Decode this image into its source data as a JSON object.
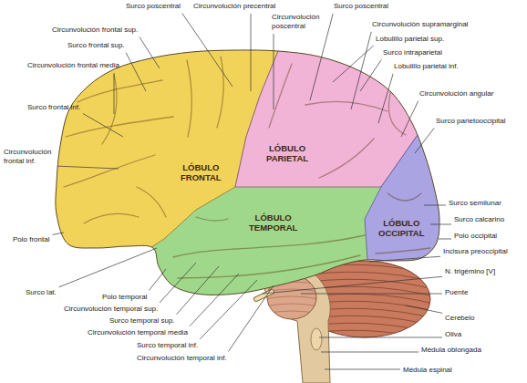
{
  "diagram": {
    "labels": [
      "Surco poscentral",
      "Circunvolución precentral",
      "Circunvolución poscentral",
      "Surco poscentral",
      "Circunvolución supramarginal",
      "Lobulillo parietal sup.",
      "Surco intraparietal",
      "Lobulillo parietal inf.",
      "Circunvolución angular",
      "Surco parietooccipital",
      "Circunvolución frontal sup.",
      "Surco frontal sup.",
      "Circunvolución frontal media",
      "Surco frontal inf.",
      "Circunvolución frontal inf.",
      "LÓBULO FRONTAL",
      "LÓBULO PARIETAL",
      "LÓBULO TEMPORAL",
      "LÓBULO OCCIPITAL",
      "Surco semilunar",
      "Surco calcarino",
      "Polo occipital",
      "Incisura preoccipital",
      "Polo frontal",
      "N. trigémino [V]",
      "Surco lat.",
      "Polo temporal",
      "Puente",
      "Circunvolución temporal sup.",
      "Surco temporal sup.",
      "Circunvolución temporal media",
      "Cerebelo",
      "Surco temporal inf.",
      "Oliva",
      "Circunvolución temporal inf.",
      "Médula oblongada",
      "Médula espinal"
    ]
  }
}
